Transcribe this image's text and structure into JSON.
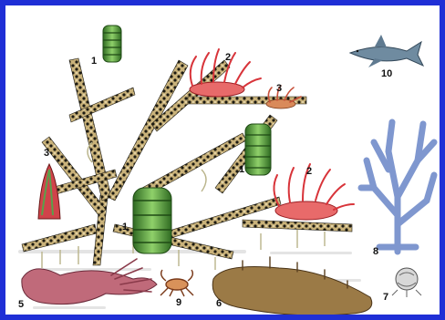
{
  "labels": {
    "l1a": "1",
    "l1b": "1",
    "l1c": "1",
    "l2a": "2",
    "l2b": "2",
    "l3a": "3",
    "l3b": "3",
    "l5": "5",
    "l6": "6",
    "l7": "7",
    "l8": "8",
    "l9": "9",
    "l10": "10"
  },
  "colors": {
    "border": "#1f2fd6",
    "coral": "#c9b27a",
    "coral_dark": "#1c1a12",
    "tube_worm": "#4f9a3c",
    "anemone": "#d8343a",
    "blue_coral": "#7f97cf",
    "sponge": "#c06a7a",
    "sea_cucumber": "#8c6a3a",
    "shark": "#5f7a90"
  },
  "organisms": [
    {
      "label": "1",
      "name": "green tube worm"
    },
    {
      "label": "2",
      "name": "red sea anemone"
    },
    {
      "label": "3",
      "name": "small anemone"
    },
    {
      "label": "5",
      "name": "pink sponge"
    },
    {
      "label": "6",
      "name": "sea cucumber"
    },
    {
      "label": "7",
      "name": "sea urchin shell"
    },
    {
      "label": "8",
      "name": "blue branching coral"
    },
    {
      "label": "9",
      "name": "crab"
    },
    {
      "label": "10",
      "name": "shark"
    }
  ]
}
